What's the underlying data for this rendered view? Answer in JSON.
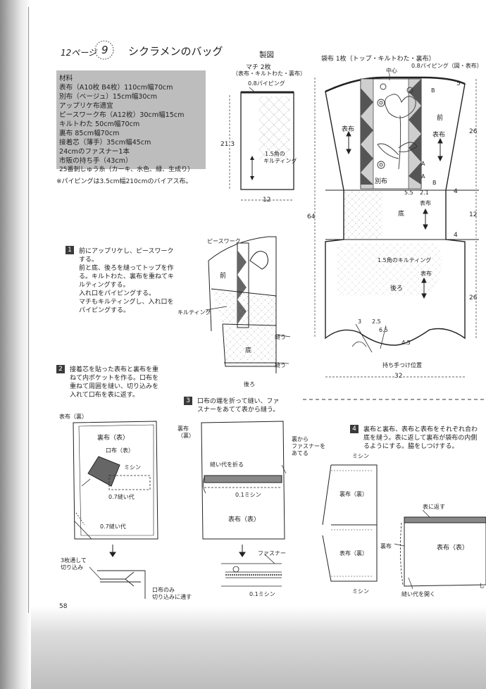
{
  "header": {
    "page_ref": "12ページ",
    "item_number": "9",
    "title": "シクラメンのバッグ"
  },
  "materials": {
    "heading": "材料",
    "lines": [
      "表布（A10枚 B4枚）110cm幅70cm",
      "別布（ベージュ）15cm幅30cm",
      "アップリケ布適宜",
      "ピースワーク布（A12枚）30cm幅15cm",
      "キルトわた 50cm幅70cm",
      "裏布 85cm幅70cm",
      "接着芯（薄手）35cm幅45cm",
      "24cmのファスナー1本",
      "市販の持ち手（43cm）",
      "25番刺しゅう糸（カーキ、水色、緑、生成り）"
    ],
    "note": "※パイピングは3.5cm幅210cmのバイアス布。"
  },
  "seizu": {
    "title": "製図",
    "gusset": {
      "label": "マチ 2枚",
      "sublabel": "（表布・キルトわた・裏布）",
      "piping": "0.8パイピング",
      "height": "21.3",
      "width": "12",
      "quilting": "1.5角の",
      "quilting2": "キルティング"
    },
    "bag": {
      "label": "袋布 1枚（トップ・キルトわた・裏布）",
      "center": "中心",
      "piping": "0.8パイピング（図・表布）",
      "dim_64": "64",
      "dim_26_top": "26",
      "dim_12": "12",
      "dim_26_bottom": "26",
      "dim_32": "32",
      "dim_5": "5",
      "dim_4a": "4",
      "dim_4b": "4",
      "dim_55": "5.5",
      "dim_21": "2.1",
      "dim_3": "3",
      "dim_25": "2.5",
      "dim_65": "6.5",
      "dim_45": "4.5",
      "label_b1": "B",
      "label_b2": "B",
      "label_a1": "A",
      "label_a2": "A",
      "omote_left": "表布",
      "mae": "前",
      "omote_right": "表布",
      "betsu": "別布",
      "soko": "底",
      "omote_mid": "表布",
      "quilting": "1.5角のキルティング",
      "ushiro": "後ろ",
      "omote_lower": "表布",
      "handle_pos": "持ち手つけ位置"
    }
  },
  "step1": {
    "num": "1",
    "lines": [
      "前にアップリケし、ピースワーク",
      "する。",
      "前と底、後ろを縫ってトップを作",
      "る。キルトわた、裏布を重ねてキ",
      "ルティングする。",
      "入れ口をパイピングする。",
      "マチもキルティングし、入れ口を",
      "パイピングする。"
    ],
    "fig": {
      "piece": "ピースワーク",
      "mae": "前",
      "quilt": "キルティング",
      "soko": "底",
      "nuu1": "縫う",
      "nuu2": "縫う",
      "ushiro": "後ろ"
    }
  },
  "step2": {
    "num": "2",
    "lines": [
      "接着芯を貼った表布と裏布を重",
      "ねて内ポケットを作る。口布を",
      "重ねて周囲を縫い、切り込みを",
      "入れて口布を表に返す。"
    ],
    "fig": {
      "omote_ura": "表布（裏）",
      "urafu_omote": "裏布（表）",
      "kuchi": "口布（表）",
      "mishin": "ミシン",
      "nuishiro1": "0.7縫い代",
      "nuishiro2": "0.7縫い代",
      "kirikomi1": "3枚通して",
      "kirikomi2": "切り込み",
      "kuchi_only1": "口布のみ",
      "kuchi_only2": "切り込みに通す"
    }
  },
  "step3": {
    "num": "3",
    "lines": [
      "口布の端を折って縫い、ファ",
      "スナーをあてて表から縫う。"
    ],
    "fig": {
      "urafu": "裏布",
      "urafu2": "（裏）",
      "fastener_from1": "裏から",
      "fastener_from2": "ファスナーを",
      "fastener_from3": "あてる",
      "nuishiro": "縫い代を折る",
      "mishin": "0.1ミシン",
      "omote": "表布（表）",
      "fastener": "ファスナー",
      "mishin2": "0.1ミシン"
    }
  },
  "step4": {
    "num": "4",
    "lines": [
      "裏布と裏布、表布と表布をそれぞれ合わ",
      "底を縫う。表に返して裏布が袋布の内側",
      "るようにする。脇をしつけする。"
    ],
    "fig": {
      "mishin1": "ミシン",
      "urafu_ura1": "裏布（裏）",
      "urafu_ura2": "表布（裏）",
      "mishin2": "ミシン",
      "omote_ni": "表に返す",
      "urafu": "裏布",
      "omote_omote": "表布（表）",
      "hiraku": "縫い代を開く",
      "shi": "し"
    }
  },
  "page_number": "58"
}
